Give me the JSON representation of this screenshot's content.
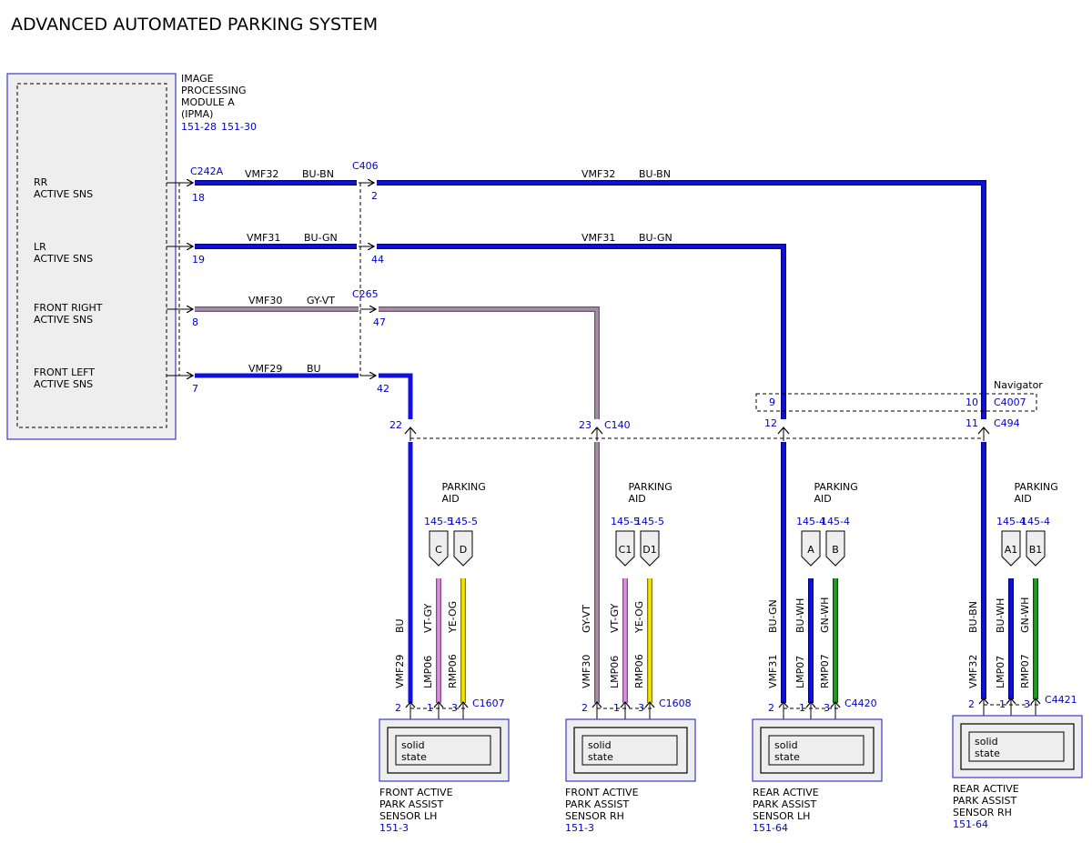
{
  "title": "ADVANCED AUTOMATED PARKING SYSTEM",
  "colors": {
    "BU": "#1010e0",
    "BU_outline": "#00007a",
    "GY-VT": "#a78ea8",
    "VT-GY": "#d98fd9",
    "YE-OG": "#f2e600",
    "GN-WH": "#22a022",
    "ref_blue": "#0000cc",
    "module_border": "#3a3ad0",
    "module_fill": "#eeeeee"
  },
  "module": {
    "lines": [
      "IMAGE",
      "PROCESSING",
      "MODULE A",
      "(IPMA)"
    ],
    "refs": [
      "151-28",
      "151-30"
    ],
    "signals": [
      {
        "l1": "RR",
        "l2": "ACTIVE SNS"
      },
      {
        "l1": "LR",
        "l2": "ACTIVE SNS"
      },
      {
        "l1": "FRONT RIGHT",
        "l2": "ACTIVE SNS"
      },
      {
        "l1": "FRONT LEFT",
        "l2": "ACTIVE SNS"
      }
    ]
  },
  "connectors": {
    "c242a": "C242A",
    "c406": "C406",
    "c265": "C265",
    "c140": "C140",
    "c4007": "C4007",
    "c494": "C494",
    "navigator": "Navigator"
  },
  "wires": [
    {
      "circuit": "VMF32",
      "color": "BU-BN",
      "pin_in": "18",
      "pin_out": "2"
    },
    {
      "circuit": "VMF31",
      "color": "BU-GN",
      "pin_in": "19",
      "pin_out": "44"
    },
    {
      "circuit": "VMF30",
      "color": "GY-VT",
      "pin_in": "8",
      "pin_out": "47"
    },
    {
      "circuit": "VMF29",
      "color": "BU",
      "pin_in": "7",
      "pin_out": "42"
    }
  ],
  "inline_pins": {
    "c140_a": "22",
    "c140_b": "23",
    "c494_a": "12",
    "c494_b": "11",
    "c4007_a": "9",
    "c4007_b": "10"
  },
  "parking_aid": {
    "l1": "PARKING",
    "l2": "AID"
  },
  "sensors": [
    {
      "title": [
        "FRONT ACTIVE",
        "PARK ASSIST",
        "SENSOR LH"
      ],
      "ref": "151-3",
      "connector": "C1607",
      "main": {
        "color": "BU",
        "circuit": "VMF29"
      },
      "pins": [
        "2",
        "1",
        "3"
      ],
      "tabs": [
        "C",
        "D"
      ],
      "tab_refs": [
        "145-5",
        "145-5"
      ],
      "w1": {
        "color": "VT-GY",
        "circuit": "LMP06"
      },
      "w2": {
        "color": "YE-OG",
        "circuit": "RMP06"
      },
      "box": [
        "solid",
        "state"
      ]
    },
    {
      "title": [
        "FRONT ACTIVE",
        "PARK ASSIST",
        "SENSOR RH"
      ],
      "ref": "151-3",
      "connector": "C1608",
      "main": {
        "color": "GY-VT",
        "circuit": "VMF30"
      },
      "pins": [
        "2",
        "1",
        "3"
      ],
      "tabs": [
        "C1",
        "D1"
      ],
      "tab_refs": [
        "145-5",
        "145-5"
      ],
      "w1": {
        "color": "VT-GY",
        "circuit": "LMP06"
      },
      "w2": {
        "color": "YE-OG",
        "circuit": "RMP06"
      },
      "box": [
        "solid",
        "state"
      ]
    },
    {
      "title": [
        "REAR ACTIVE",
        "PARK ASSIST",
        "SENSOR LH"
      ],
      "ref": "151-64",
      "connector": "C4420",
      "main": {
        "color": "BU-GN",
        "circuit": "VMF31"
      },
      "pins": [
        "2",
        "1",
        "3"
      ],
      "tabs": [
        "A",
        "B"
      ],
      "tab_refs": [
        "145-4",
        "145-4"
      ],
      "w1": {
        "color": "BU-WH",
        "circuit": "LMP07"
      },
      "w2": {
        "color": "GN-WH",
        "circuit": "RMP07"
      },
      "box": [
        "solid",
        "state"
      ]
    },
    {
      "title": [
        "REAR ACTIVE",
        "PARK ASSIST",
        "SENSOR RH"
      ],
      "ref": "151-64",
      "connector": "C4421",
      "main": {
        "color": "BU-BN",
        "circuit": "VMF32"
      },
      "pins": [
        "2",
        "1",
        "3"
      ],
      "tabs": [
        "A1",
        "B1"
      ],
      "tab_refs": [
        "145-4",
        "145-4"
      ],
      "w1": {
        "color": "BU-WH",
        "circuit": "LMP07"
      },
      "w2": {
        "color": "GN-WH",
        "circuit": "RMP07"
      },
      "box": [
        "solid",
        "state"
      ]
    }
  ]
}
